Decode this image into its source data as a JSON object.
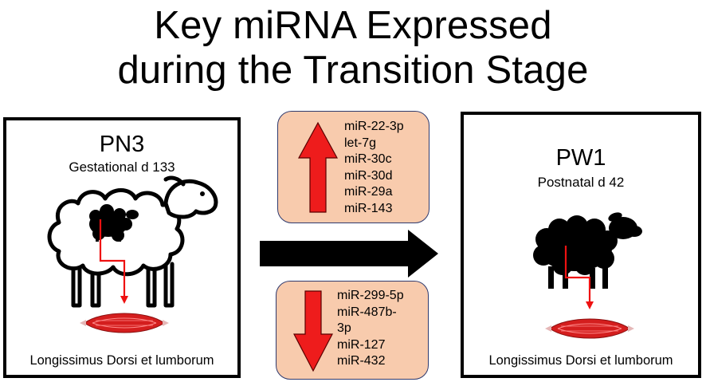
{
  "title": {
    "line1": "Key miRNA Expressed",
    "line2": "during the Transition Stage"
  },
  "left_panel": {
    "label": "PN3",
    "sublabel": "Gestational d 133",
    "tissue": "Longissimus Dorsi et lumborum"
  },
  "right_panel": {
    "label": "PW1",
    "sublabel": "Postnatal d 42",
    "tissue": "Longissimus Dorsi et lumborum"
  },
  "upregulated": [
    "miR-22-3p",
    "let-7g",
    "miR-30c",
    "miR-30d",
    "miR-29a",
    "miR-143"
  ],
  "downregulated": [
    "miR-299-5p",
    "miR-487b-",
    "3p",
    "miR-127",
    "miR-432"
  ],
  "colors": {
    "arrow_red": "#ee1c1c",
    "box_fill": "#f8cbad",
    "box_border": "#2f3a6e",
    "muscle_red": "#d41e1e",
    "transition_arrow": "#000000"
  },
  "icons": {
    "up_arrow": "up-arrow-icon",
    "down_arrow": "down-arrow-icon",
    "transition_arrow": "right-arrow-icon",
    "pregnant_ewe": "pregnant-sheep-icon",
    "lamb": "lamb-icon",
    "muscle": "muscle-icon"
  }
}
